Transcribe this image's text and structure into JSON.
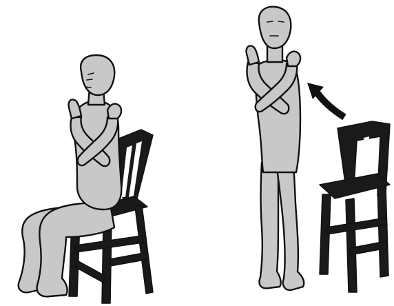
{
  "scene": {
    "description_hidden": false,
    "panels": [
      {
        "id": "seated",
        "pose": "seated-arms-crossed"
      },
      {
        "id": "standing",
        "pose": "standing-arms-crossed"
      }
    ]
  },
  "colors": {
    "skin": "#c8c8c8",
    "outline": "#111111",
    "chair": "#1a1a1a",
    "background": "#ffffff",
    "arrow": "#111111"
  },
  "icons": {
    "arrow": "curved-arrow-icon"
  }
}
